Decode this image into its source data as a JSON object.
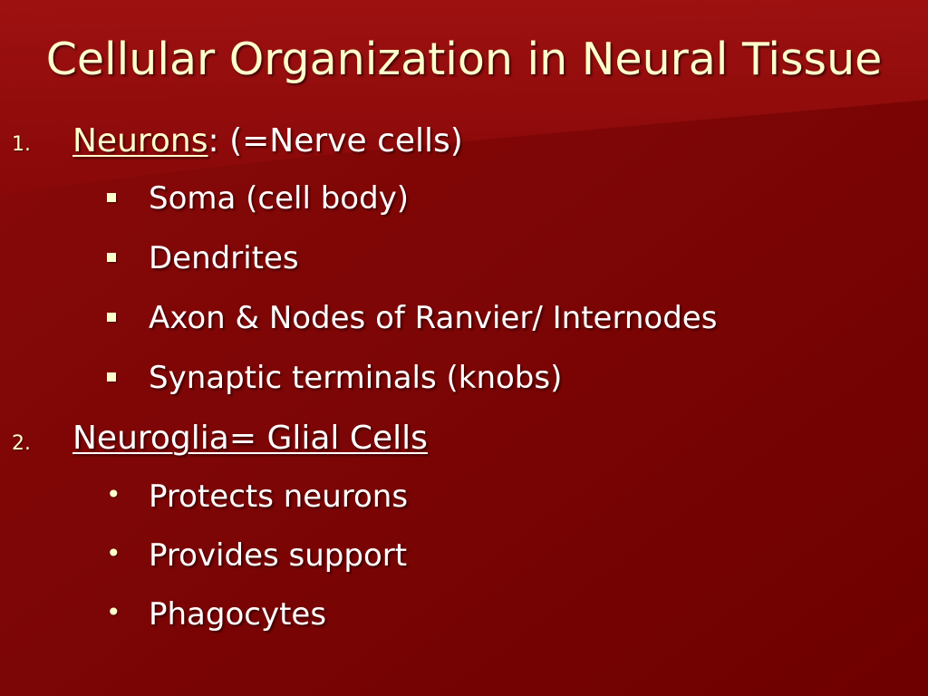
{
  "slide": {
    "title": "Cellular Organization in Neural Tissue",
    "colors": {
      "background": "#7a0000",
      "title": "#ffffcc",
      "text": "#ffffff",
      "bullet": "#ffffcc"
    },
    "items": [
      {
        "number": "1.",
        "link_text": "Neurons",
        "rest_text": ": (=Nerve cells)",
        "bullet_icon": "square-bullet-icon",
        "subitems": [
          "Soma (cell body)",
          "Dendrites",
          "Axon & Nodes of Ranvier/ Internodes",
          "Synaptic terminals (knobs)"
        ]
      },
      {
        "number": "2.",
        "link_text": "Neuroglia= Glial Cells",
        "bullet_icon": "round-bullet-icon",
        "subitems": [
          "Protects neurons",
          "Provides support",
          "Phagocytes"
        ]
      }
    ]
  }
}
